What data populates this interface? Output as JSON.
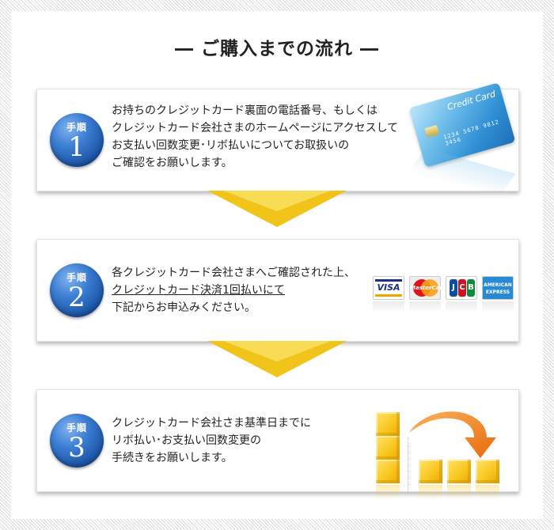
{
  "title": "― ご購入までの流れ ―",
  "steps": [
    {
      "badge_label": "手順",
      "badge_number": "1",
      "lines": [
        "お持ちのクレジットカード裏面の電話番号、もしくは",
        "クレジットカード会社さまのホームページにアクセスして",
        "お支払い回数変更･リボ払いについてお取扱いの",
        "ご確認をお願いします。"
      ],
      "illustration": "credit-card-image"
    },
    {
      "badge_label": "手順",
      "badge_number": "2",
      "lines": [
        "各クレジットカード会社さまへご確認された上、",
        "クレジットカード決済1回払いにて",
        "下記からお申込みください。"
      ],
      "illustration": "card-brand-logos"
    },
    {
      "badge_label": "手順",
      "badge_number": "3",
      "lines": [
        "クレジットカード会社さま基準日までに",
        "リボ払い･お支払い回数変更の",
        "手続きをお願いします。"
      ],
      "illustration": "boxes-split-image"
    }
  ],
  "card": {
    "brand_text": "Credit Card",
    "number_text": "1234  5678  9812  3456"
  },
  "logos": {
    "visa": "VISA",
    "mastercard": "MasterCard",
    "jcb_letters": [
      "J",
      "C",
      "B"
    ],
    "amex_line1": "AMERICAN",
    "amex_line2": "EXPRESS"
  },
  "colors": {
    "badge_blue": "#1d56a8",
    "arrow_yellow": "#f0c419",
    "swoosh_orange": "#f07a1a"
  }
}
